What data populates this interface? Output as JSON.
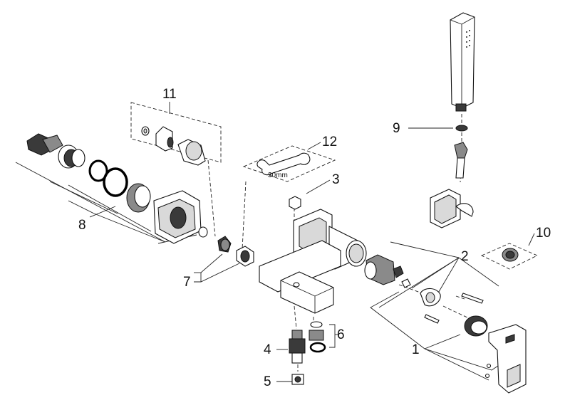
{
  "diagram": {
    "callouts": [
      {
        "id": "1",
        "label": "1"
      },
      {
        "id": "2",
        "label": "2"
      },
      {
        "id": "3",
        "label": "3"
      },
      {
        "id": "4",
        "label": "4"
      },
      {
        "id": "5",
        "label": "5"
      },
      {
        "id": "6",
        "label": "6"
      },
      {
        "id": "7",
        "label": "7"
      },
      {
        "id": "8",
        "label": "8"
      },
      {
        "id": "9",
        "label": "9"
      },
      {
        "id": "10",
        "label": "10"
      },
      {
        "id": "11",
        "label": "11"
      },
      {
        "id": "12",
        "label": "12"
      }
    ],
    "wrench_size": "30mm"
  }
}
